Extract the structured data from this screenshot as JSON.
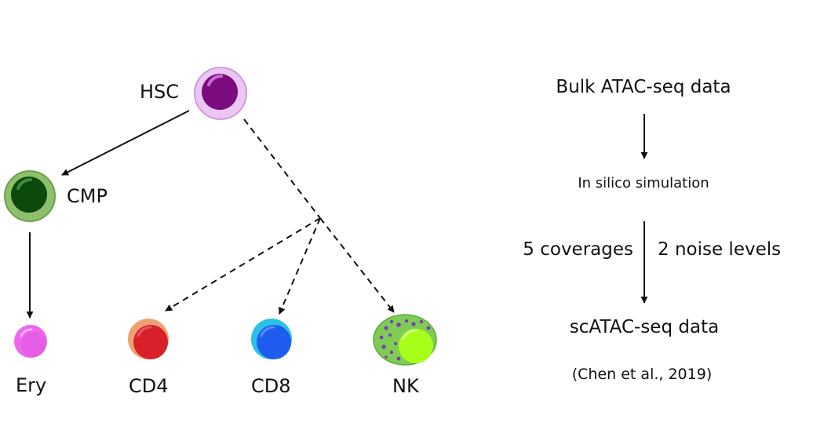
{
  "lineage": {
    "hsc": "HSC",
    "cmp": "CMP",
    "ery": "Ery",
    "cd4": "CD4",
    "cd8": "CD8",
    "nk": "NK"
  },
  "pipeline": {
    "source": "Bulk ATAC-seq data",
    "method": "In silico simulation",
    "coverages": "5 coverages",
    "noise_levels": "2 noise levels",
    "result": "scATAC-seq data",
    "citation": "(Chen et al., 2019)"
  },
  "colors": {
    "hsc_outer": "#ecc6f3",
    "hsc_inner": "#7a0c7e",
    "cmp_outer": "#8fbf6c",
    "cmp_inner": "#0b4a0b",
    "ery": "#ee66ee",
    "cd4_outer": "#f0a070",
    "cd4_inner": "#d7202a",
    "cd8_outer": "#29c1e6",
    "cd8_inner": "#1e5cf0",
    "nk_outer": "#7fcc55",
    "nk_inner": "#a8ff1a",
    "nk_granule": "#7b3db0",
    "arrow": "#111111"
  }
}
